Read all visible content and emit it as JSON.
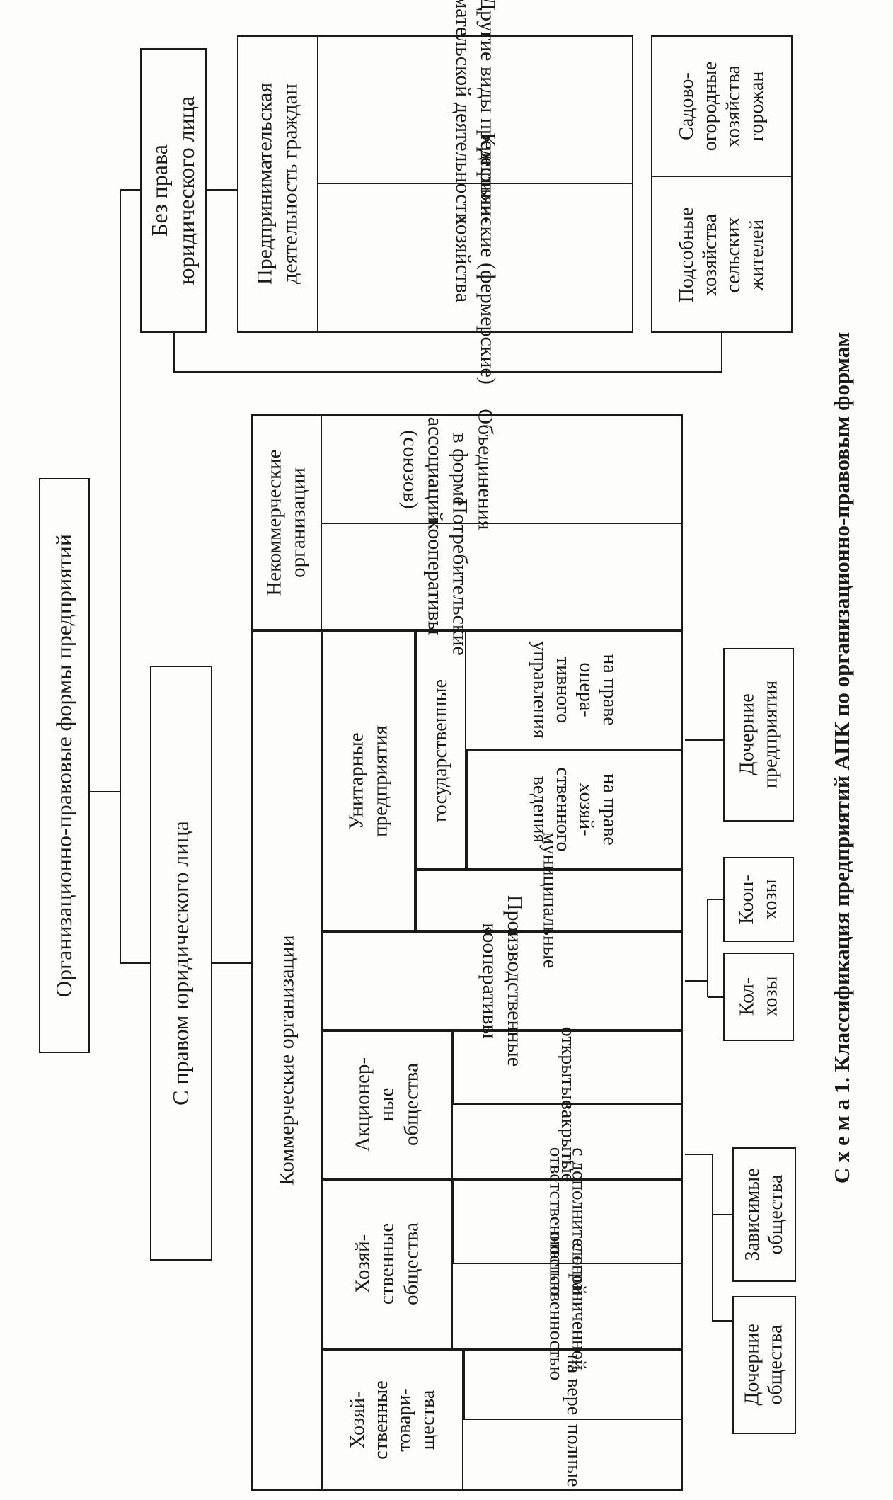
{
  "root": "Организационно-правовые формы предприятий",
  "with_legal": {
    "title": "С правом юридического лица",
    "commercial": {
      "title": "Коммерческие организации",
      "partnerships": {
        "title": "Хозяй-\nственные\nтовари-\nщества",
        "items": [
          "полные",
          "на вере"
        ]
      },
      "companies": {
        "title": "Хозяй-\nственные\nобщества",
        "items": [
          "с ограниченной\nответственностью",
          "с дополнительной\nответственностью"
        ]
      },
      "joint_stock": {
        "title": "Акционер-\nные\nобщества",
        "items": [
          "закрытые",
          "открытые"
        ]
      },
      "production_coops": "Производственные\nкооперативы",
      "unitary": {
        "title": "Унитарные\nпредприятия",
        "municipal": "муниципальные",
        "state": "государственные",
        "items": [
          "на праве хозяй-\nственного\nведения",
          "на праве опера-\nтивного\nуправления"
        ]
      }
    },
    "noncommercial": {
      "title": "Некоммерческие\nорганизации",
      "items": [
        "Потребительские\nкооперативы",
        "Объединения в форме\nассоциаций (союзов)"
      ]
    },
    "subsidiary_societies": "Дочерние\nобщества",
    "dependent_societies": "Зависимые\nобщества",
    "kolkhozy": "Кол-\nхозы",
    "koopkhozy": "Кооп-\nхозы",
    "subsidiary_enterprises": "Дочерние\nпредприятия"
  },
  "without_legal": {
    "title": "Без права\nюридического лица",
    "entrepreneurial": {
      "title": "Предпринимательская\nдеятельность граждан",
      "items": [
        "Крестьянские (фермерские)\nхозяйства",
        "Другие виды предприни-\nмательской деятельности"
      ]
    },
    "subsidiary_farms": "Подсобные\nхозяйства\nсельских\nжителей",
    "garden_farms": "Садово-\nогородные\nхозяйства\nгорожан"
  },
  "caption": "С х е м а   1. Классификация предприятий АПК по организационно-правовым формам"
}
